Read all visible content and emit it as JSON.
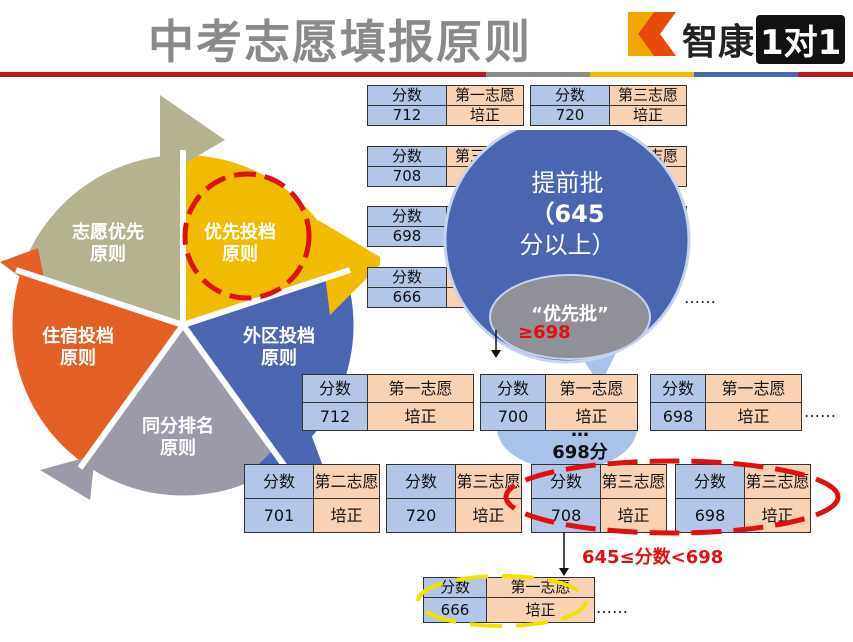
{
  "slide": {
    "title": "中考志愿填报原则",
    "logo": {
      "text": "智康",
      "badge": "1对1"
    }
  },
  "wheel": {
    "segments": [
      {
        "label_line1": "志愿优先",
        "label_line2": "原则",
        "color": "#b5b292"
      },
      {
        "label_line1": "优先投档",
        "label_line2": "原则",
        "color": "#f1bc00"
      },
      {
        "label_line1": "外区投档",
        "label_line2": "原则",
        "color": "#4a66b1"
      },
      {
        "label_line1": "同分排名",
        "label_line2": "原则",
        "color": "#9a9aa8"
      },
      {
        "label_line1": "住宿投档",
        "label_line2": "原则",
        "color": "#e35f26"
      }
    ]
  },
  "bubble": {
    "title": "提前批",
    "sub1": "（645",
    "sub2": "分以上）",
    "inner": "“优先批”",
    "inner_cond": "≥698",
    "lower_line1": "…",
    "lower_line2": "698分"
  },
  "labels": {
    "score": "分数",
    "first": "第一志愿",
    "second": "第二志愿",
    "third": "第三志愿",
    "school": "培正",
    "range": "645≤分数<698",
    "dots": "……",
    "dots_short": "……"
  },
  "top_rows": [
    [
      {
        "score": "712",
        "choice": "第一志愿"
      },
      {
        "score": "720",
        "choice": "第三志愿"
      }
    ],
    [
      {
        "score": "708",
        "choice": "第三志愿"
      },
      {
        "score": "",
        "choice": "第三志愿"
      }
    ],
    [
      {
        "score": "698",
        "choice": ""
      },
      {
        "score": "",
        "choice": ""
      }
    ],
    [
      {
        "score": "666",
        "choice": ""
      }
    ]
  ],
  "middle_row": [
    {
      "score": "712",
      "choice": "第一志愿"
    },
    {
      "score": "700",
      "choice": "第一志愿"
    },
    {
      "score": "698",
      "choice": "第一志愿"
    }
  ],
  "lower_row": [
    {
      "score": "701",
      "choice": "第二志愿"
    },
    {
      "score": "720",
      "choice": "第三志愿"
    },
    {
      "score": "708",
      "choice": "第三志愿"
    },
    {
      "score": "698",
      "choice": "第三志愿"
    }
  ],
  "bottom": {
    "score": "666",
    "choice": "第一志愿"
  },
  "colors": {
    "accent_red": "#c0161d",
    "table_blue": "#b3c6e7",
    "table_peach": "#f9d2b4",
    "bubble_blue": "#4a66b1"
  }
}
